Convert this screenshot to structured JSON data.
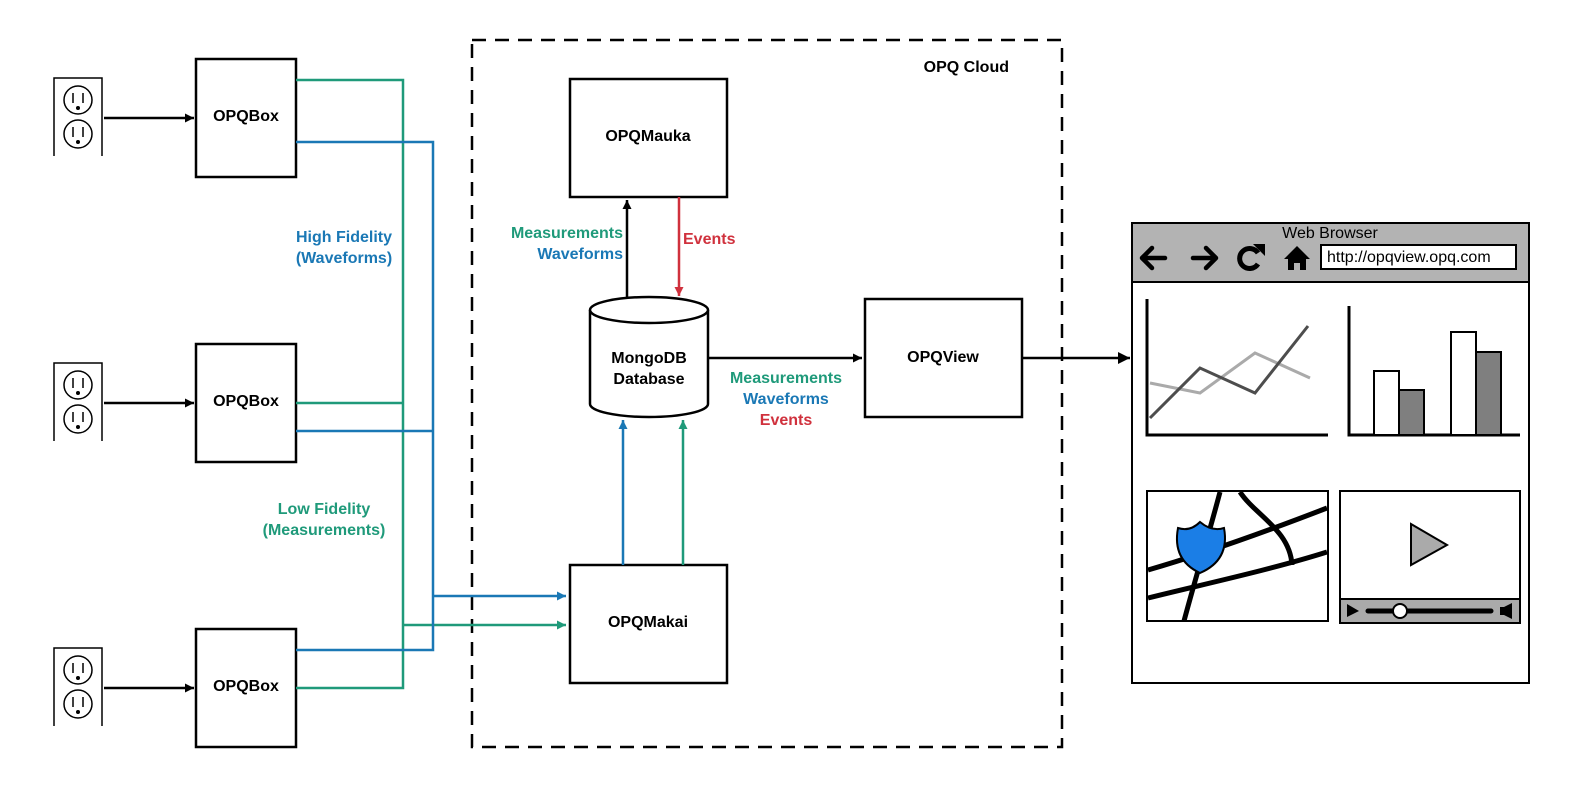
{
  "cloud": {
    "title": "OPQ Cloud"
  },
  "boxes": {
    "opqbox_label": "OPQBox",
    "mauka": "OPQMauka",
    "makai": "OPQMakai",
    "view": "OPQView",
    "database_line1": "MongoDB",
    "database_line2": "Database"
  },
  "links": {
    "high_fidelity_line1": "High Fidelity",
    "high_fidelity_line2": "(Waveforms)",
    "low_fidelity_line1": "Low Fidelity",
    "low_fidelity_line2": "(Measurements)",
    "measurements": "Measurements",
    "waveforms": "Waveforms",
    "events": "Events"
  },
  "browser": {
    "title": "Web Browser",
    "url": "http://opqview.opq.com"
  },
  "colors": {
    "green": "#1f9a7a",
    "blue": "#1a78b5",
    "red": "#d0313d",
    "black": "#000000",
    "gray": "#b3b3b3",
    "dark_gray": "#7f7f7f",
    "light_gray": "#aaaaaa",
    "shield_blue": "#1b7ee6"
  },
  "icons": {
    "outlet": "electrical-outlet-icon",
    "back": "arrow-left-icon",
    "forward": "arrow-right-icon",
    "refresh": "refresh-icon",
    "home": "home-icon",
    "play": "play-icon",
    "shield": "shield-icon"
  }
}
